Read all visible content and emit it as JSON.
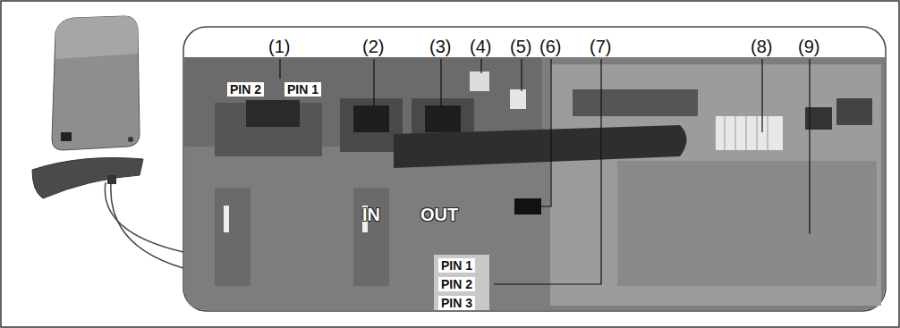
{
  "diagram": {
    "labels": [
      "(1)",
      "(2)",
      "(3)",
      "(4)",
      "(5)",
      "(6)",
      "(7)",
      "(8)",
      "(9)",
      "PIN 2",
      "PIN 1",
      "IN",
      "OUT",
      "PIN 1",
      "PIN 2",
      "PIN 3"
    ]
  }
}
